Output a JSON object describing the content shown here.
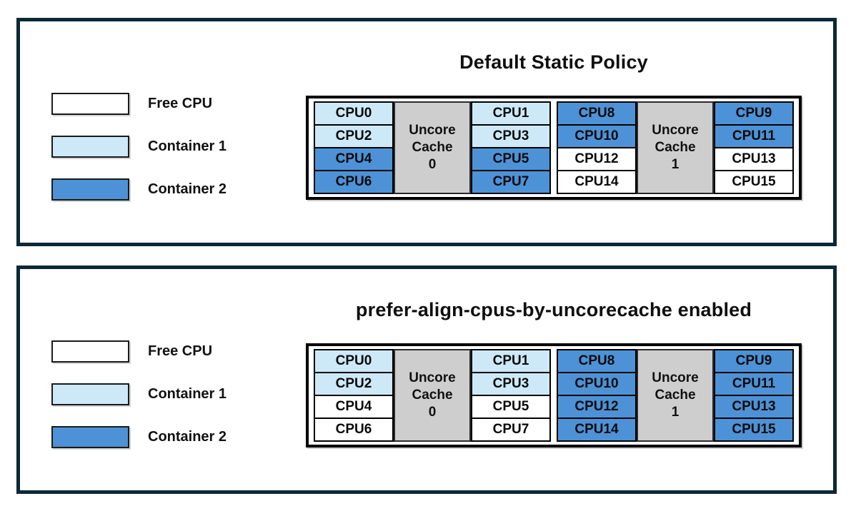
{
  "colors": {
    "free": "#ffffff",
    "container1": "#cde9f7",
    "container2": "#4d92d6",
    "uncore_fill": "#cecece",
    "panel_border": "#0c2836"
  },
  "legend": [
    {
      "label": "Free CPU",
      "state": "free"
    },
    {
      "label": "Container 1",
      "state": "container1"
    },
    {
      "label": "Container 2",
      "state": "container2"
    }
  ],
  "panels": [
    {
      "title": "Default Static Policy",
      "groups": [
        {
          "uncore_label": "Uncore Cache 0",
          "left_cpus": [
            {
              "label": "CPU0",
              "state": "container1"
            },
            {
              "label": "CPU2",
              "state": "container1"
            },
            {
              "label": "CPU4",
              "state": "container2"
            },
            {
              "label": "CPU6",
              "state": "container2"
            }
          ],
          "right_cpus": [
            {
              "label": "CPU1",
              "state": "container1"
            },
            {
              "label": "CPU3",
              "state": "container1"
            },
            {
              "label": "CPU5",
              "state": "container2"
            },
            {
              "label": "CPU7",
              "state": "container2"
            }
          ]
        },
        {
          "uncore_label": "Uncore Cache 1",
          "left_cpus": [
            {
              "label": "CPU8",
              "state": "container2"
            },
            {
              "label": "CPU10",
              "state": "container2"
            },
            {
              "label": "CPU12",
              "state": "free"
            },
            {
              "label": "CPU14",
              "state": "free"
            }
          ],
          "right_cpus": [
            {
              "label": "CPU9",
              "state": "container2"
            },
            {
              "label": "CPU11",
              "state": "container2"
            },
            {
              "label": "CPU13",
              "state": "free"
            },
            {
              "label": "CPU15",
              "state": "free"
            }
          ]
        }
      ]
    },
    {
      "title": "prefer-align-cpus-by-uncorecache enabled",
      "groups": [
        {
          "uncore_label": "Uncore Cache 0",
          "left_cpus": [
            {
              "label": "CPU0",
              "state": "container1"
            },
            {
              "label": "CPU2",
              "state": "container1"
            },
            {
              "label": "CPU4",
              "state": "free"
            },
            {
              "label": "CPU6",
              "state": "free"
            }
          ],
          "right_cpus": [
            {
              "label": "CPU1",
              "state": "container1"
            },
            {
              "label": "CPU3",
              "state": "container1"
            },
            {
              "label": "CPU5",
              "state": "free"
            },
            {
              "label": "CPU7",
              "state": "free"
            }
          ]
        },
        {
          "uncore_label": "Uncore Cache 1",
          "left_cpus": [
            {
              "label": "CPU8",
              "state": "container2"
            },
            {
              "label": "CPU10",
              "state": "container2"
            },
            {
              "label": "CPU12",
              "state": "container2"
            },
            {
              "label": "CPU14",
              "state": "container2"
            }
          ],
          "right_cpus": [
            {
              "label": "CPU9",
              "state": "container2"
            },
            {
              "label": "CPU11",
              "state": "container2"
            },
            {
              "label": "CPU13",
              "state": "container2"
            },
            {
              "label": "CPU15",
              "state": "container2"
            }
          ]
        }
      ]
    }
  ]
}
